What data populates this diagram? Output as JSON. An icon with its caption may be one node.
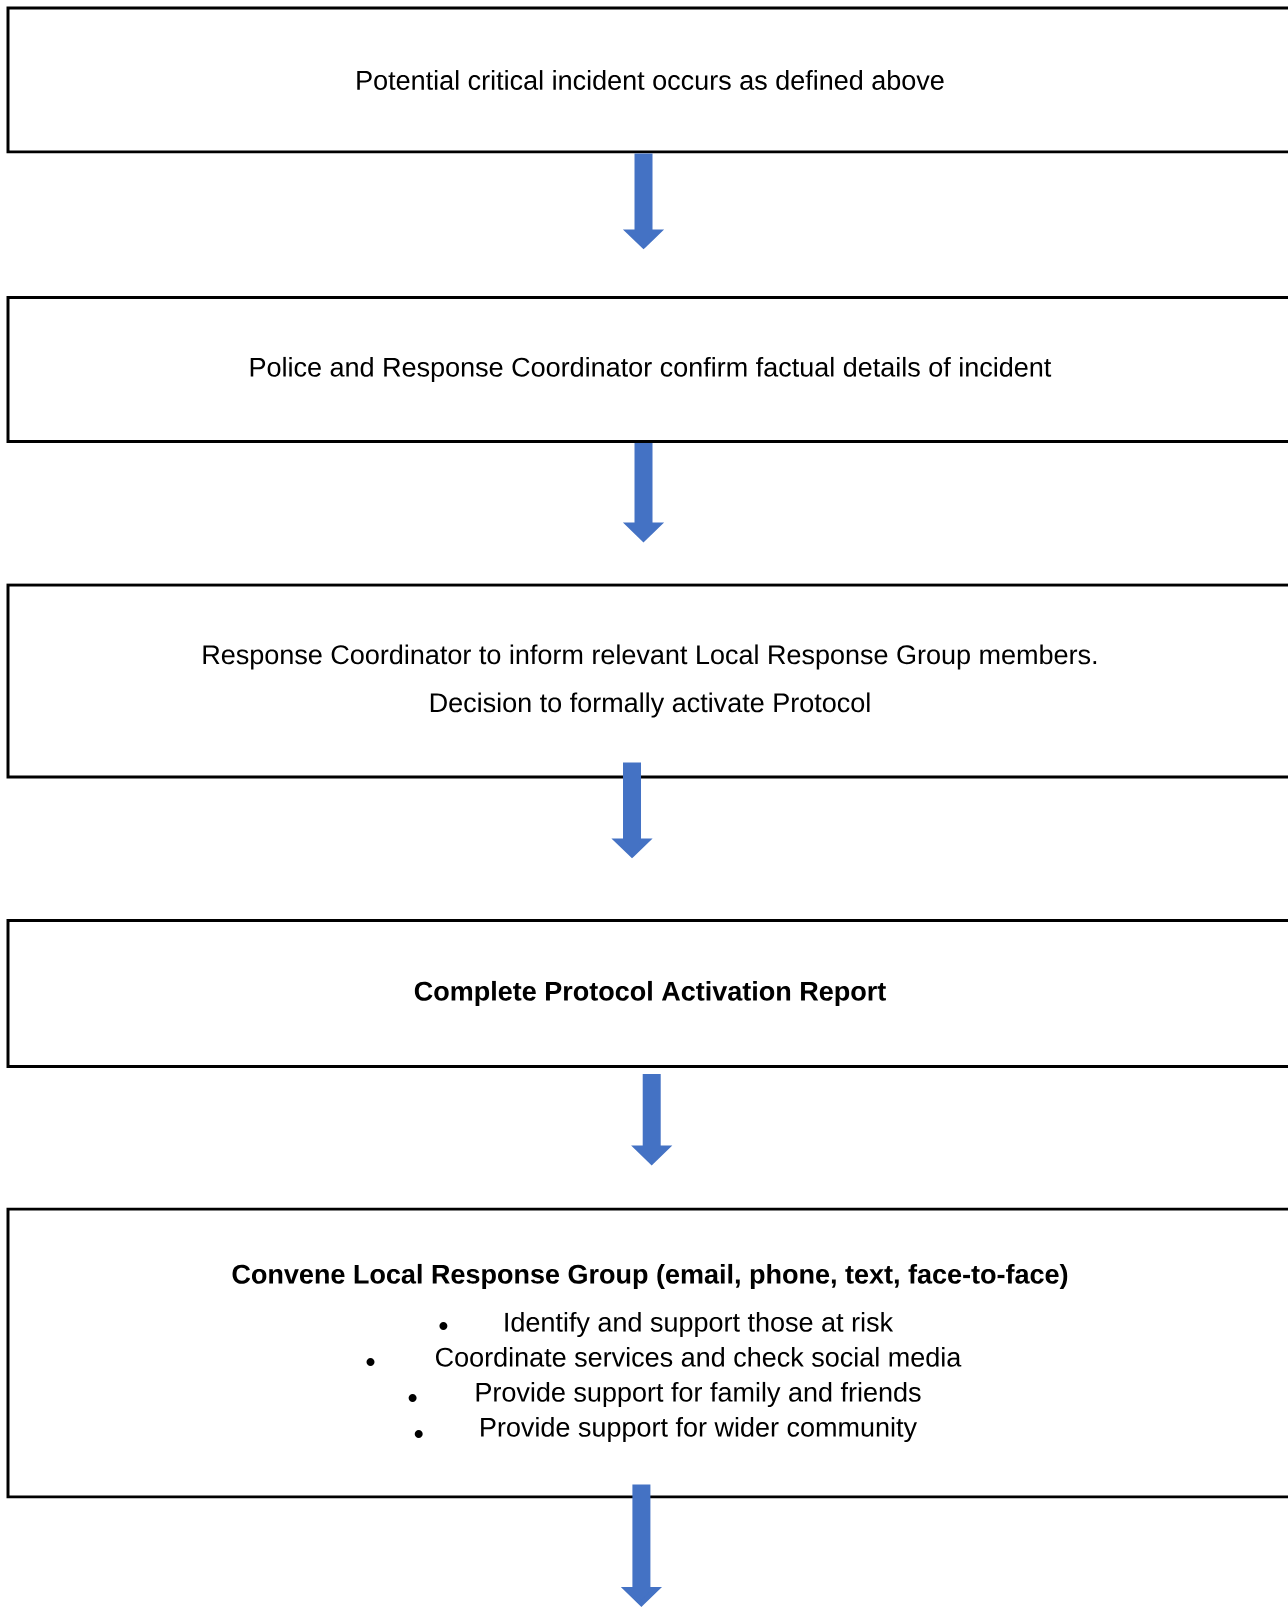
{
  "diagram": {
    "nodes": [
      {
        "text": [
          "Potential critical incident occurs as defined above"
        ]
      },
      {
        "text": [
          "Police and Response Coordinator confirm factual details of incident"
        ]
      },
      {
        "text": [
          "Response Coordinator to inform relevant Local Response Group members.",
          "Decision to formally activate Protocol"
        ]
      },
      {
        "text": [
          "Complete Protocol Activation Report"
        ]
      },
      {
        "text": [
          "Convene Local Response Group (email, phone, text, face-to-face)",
          "Identify and support those at risk",
          "Coordinate services and check social media",
          "Provide support for family and friends",
          "Provide support for wider community"
        ]
      }
    ],
    "edges": [
      {
        "from": 0,
        "to": 1,
        "arrow": "to"
      },
      {
        "from": 1,
        "to": 2,
        "arrow": "to"
      },
      {
        "from": 2,
        "to": 3,
        "arrow": "to"
      },
      {
        "from": 3,
        "to": 4,
        "arrow": "to"
      },
      {
        "from": 4,
        "to": null,
        "arrow": "to"
      }
    ]
  }
}
